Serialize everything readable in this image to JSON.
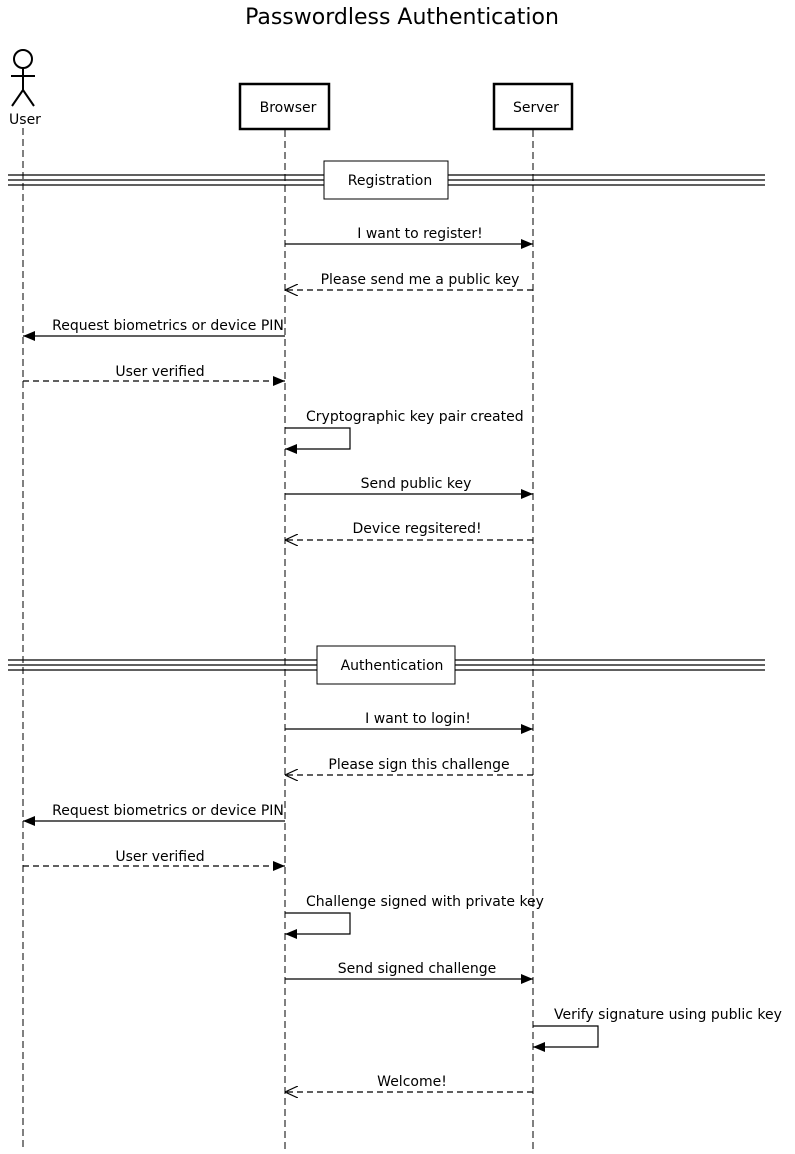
{
  "title": "Passwordless Authentication",
  "participants": [
    {
      "id": "user",
      "label": "User",
      "kind": "actor"
    },
    {
      "id": "browser",
      "label": "Browser",
      "kind": "box"
    },
    {
      "id": "server",
      "label": "Server",
      "kind": "box"
    }
  ],
  "sections": [
    {
      "label": "Registration"
    },
    {
      "label": "Authentication"
    }
  ],
  "messages": [
    {
      "from": "browser",
      "to": "server",
      "label": "I want to register!",
      "style": "solid"
    },
    {
      "from": "server",
      "to": "browser",
      "label": "Please send me a public key",
      "style": "dashed"
    },
    {
      "from": "browser",
      "to": "user",
      "label": "Request biometrics or device PIN",
      "style": "solid"
    },
    {
      "from": "user",
      "to": "browser",
      "label": "User verified",
      "style": "dashed"
    },
    {
      "from": "browser",
      "to": "browser",
      "label": "Cryptographic key pair created",
      "style": "self"
    },
    {
      "from": "browser",
      "to": "server",
      "label": "Send public key",
      "style": "solid"
    },
    {
      "from": "server",
      "to": "browser",
      "label": "Device regsitered!",
      "style": "dashed"
    },
    {
      "from": "browser",
      "to": "server",
      "label": "I want to login!",
      "style": "solid"
    },
    {
      "from": "server",
      "to": "browser",
      "label": "Please sign this challenge",
      "style": "dashed"
    },
    {
      "from": "browser",
      "to": "user",
      "label": "Request biometrics or device PIN",
      "style": "solid"
    },
    {
      "from": "user",
      "to": "browser",
      "label": "User verified",
      "style": "dashed"
    },
    {
      "from": "browser",
      "to": "browser",
      "label": "Challenge signed with private key",
      "style": "self"
    },
    {
      "from": "browser",
      "to": "server",
      "label": "Send signed challenge",
      "style": "solid"
    },
    {
      "from": "server",
      "to": "server",
      "label": "Verify signature using public key",
      "style": "self"
    },
    {
      "from": "server",
      "to": "browser",
      "label": "Welcome!",
      "style": "dashed"
    }
  ]
}
